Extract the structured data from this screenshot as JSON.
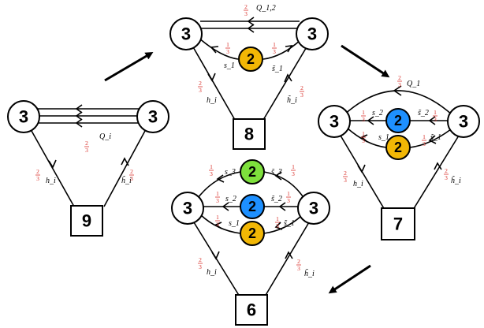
{
  "colors": {
    "orange_node": "#f2b705",
    "blue_node": "#1e90ff",
    "green_node": "#7ee03c",
    "fraction_red": "#d9302a"
  },
  "fraction": {
    "two_thirds": {
      "num": "2",
      "den": "3"
    },
    "one_third": {
      "num": "1",
      "den": "3"
    }
  },
  "quivers": {
    "q9": {
      "left_node": "3",
      "right_node": "3",
      "box": "9",
      "top_field": "Q_i",
      "left_field": "h_i",
      "right_field": "h̃_i"
    },
    "q8": {
      "left_node": "3",
      "right_node": "3",
      "box": "8",
      "mid_node": "2",
      "top_field": "Q_1,2",
      "s1": "s_1",
      "s1t": "s̃_1",
      "left_field": "h_i",
      "right_field": "h̃_i"
    },
    "q7": {
      "left_node": "3",
      "right_node": "3",
      "box": "7",
      "blue_node": "2",
      "orange_node": "2",
      "top_field": "Q_1",
      "s2": "s_2",
      "s2t": "s̃_2",
      "s1": "s_1",
      "s1t": "s̃_1",
      "left_field": "h_i",
      "right_field": "h̃_i"
    },
    "q6": {
      "left_node": "3",
      "right_node": "3",
      "box": "6",
      "green_node": "2",
      "blue_node": "2",
      "orange_node": "2",
      "s3": "s_3",
      "s3t": "s̃_3",
      "s2": "s_2",
      "s2t": "s̃_2",
      "s1": "s_1",
      "s1t": "s̃_1",
      "left_field": "h_i",
      "right_field": "h̃_i"
    }
  }
}
